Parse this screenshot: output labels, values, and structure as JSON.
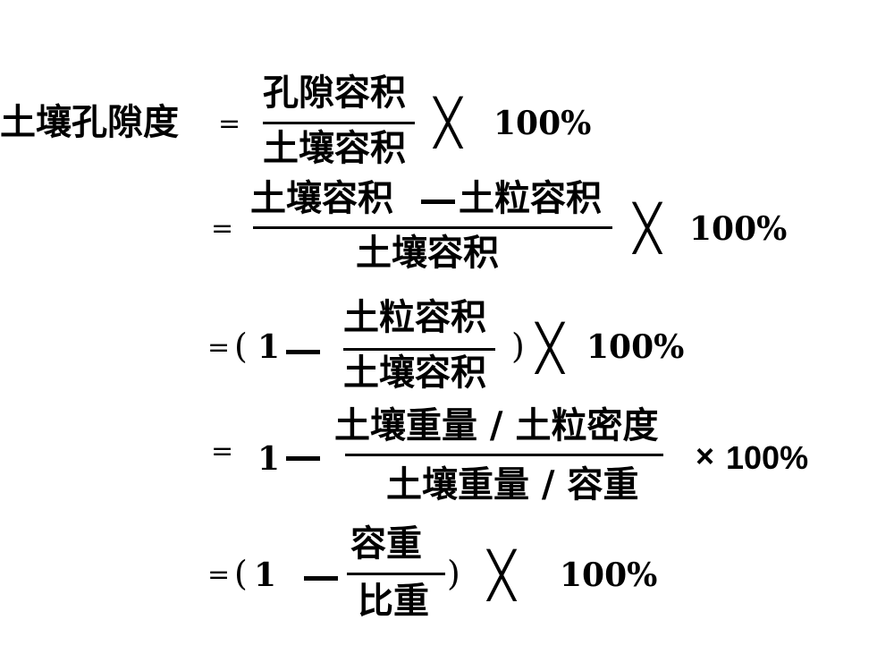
{
  "lhs": "土壤孔隙度",
  "eq": "=",
  "times": "╳",
  "times_small": "×",
  "percent": "100%",
  "line1": {
    "num": "孔隙容积",
    "den": "土壤容积"
  },
  "line2": {
    "num_a": "土壤容积",
    "num_b": "土粒容积",
    "den": "土壤容积"
  },
  "line3": {
    "open": "(",
    "one": "1",
    "num": "土粒容积",
    "den": "土壤容积",
    "close": ")"
  },
  "line4": {
    "one": "1",
    "num": "土壤重量 / 土粒密度",
    "den": "土壤重量 / 容重"
  },
  "line5": {
    "open": "(",
    "one": "1",
    "num": "容重",
    "den": "比重",
    "close": ")"
  }
}
